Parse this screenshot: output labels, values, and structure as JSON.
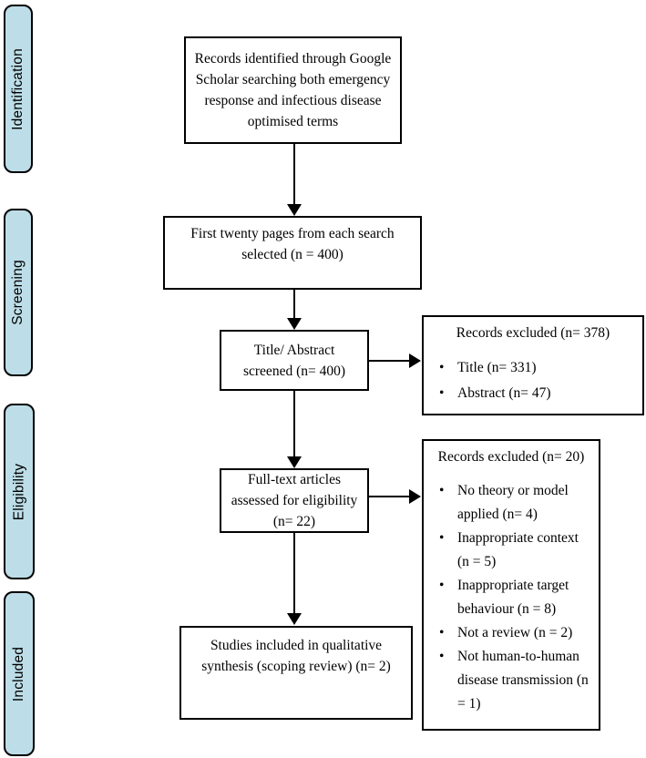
{
  "stages": [
    {
      "label": "Identification"
    },
    {
      "label": "Screening"
    },
    {
      "label": "Eligibility"
    },
    {
      "label": "Included"
    }
  ],
  "flow": {
    "identified": "Records identified through Google Scholar searching both emergency response and infectious disease optimised terms",
    "selected": "First twenty pages from each search selected (n = 400)",
    "screened": "Title/ Abstract screened (n= 400)",
    "fulltext_assessed": "Full-text articles assessed for eligibility (n= 22)",
    "included_synthesis": "Studies included in qualitative synthesis (scoping review) (n= 2)"
  },
  "excluded_title_abstract": {
    "title": "Records excluded (n= 378)",
    "items": [
      "Title (n= 331)",
      "Abstract (n= 47)"
    ]
  },
  "excluded_fulltext": {
    "title": "Records excluded (n= 20)",
    "items": [
      "No theory or model applied (n= 4)",
      "Inappropriate context (n = 5)",
      "Inappropriate target behaviour (n = 8)",
      "Not a review (n = 2)",
      "Not human-to-human disease transmission (n = 1)"
    ]
  },
  "colors": {
    "stage_fill": "#BDDEE8",
    "border": "#000000",
    "background": "#FFFFFF"
  }
}
